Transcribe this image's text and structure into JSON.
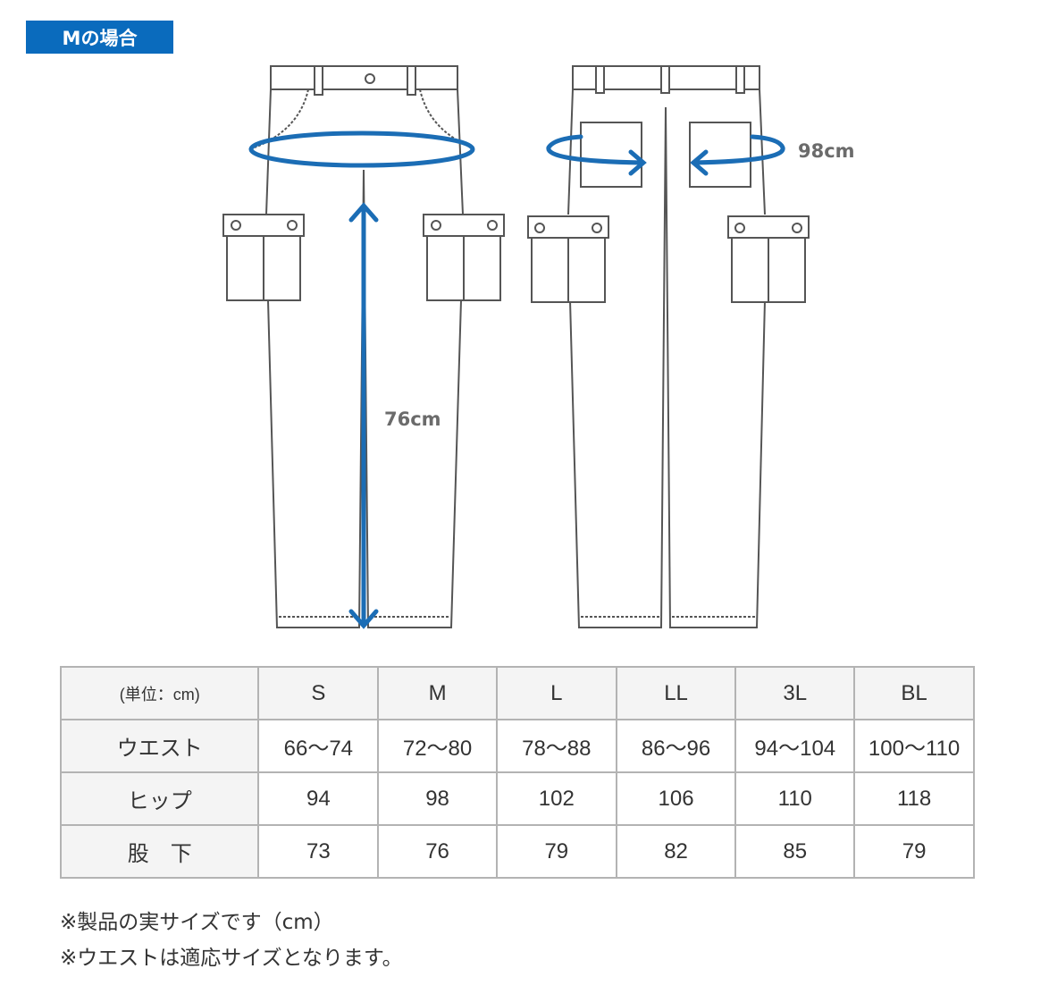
{
  "badge": "Mの場合",
  "measurements": {
    "inseam": "76cm",
    "hip": "98cm"
  },
  "colors": {
    "accent": "#0a6bbd",
    "arrow": "#1b6db5"
  },
  "table": {
    "unit_label": "(単位：cm)",
    "sizes": [
      "S",
      "M",
      "L",
      "LL",
      "3L",
      "BL"
    ],
    "rows": [
      {
        "label": "ウエスト",
        "values": [
          "66〜74",
          "72〜80",
          "78〜88",
          "86〜96",
          "94〜104",
          "100〜110"
        ]
      },
      {
        "label": "ヒップ",
        "values": [
          "94",
          "98",
          "102",
          "106",
          "110",
          "118"
        ]
      },
      {
        "label": "股　下",
        "values": [
          "73",
          "76",
          "79",
          "82",
          "85",
          "79"
        ]
      }
    ]
  },
  "notes": [
    "※製品の実サイズです（cm）",
    "※ウエストは適応サイズとなります。"
  ]
}
